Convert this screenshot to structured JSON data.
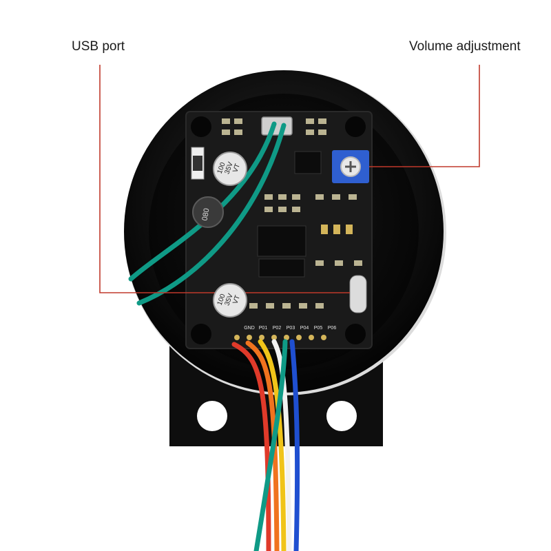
{
  "annotations": {
    "usb_port": "USB port",
    "volume_adjustment": "Volume adjustment"
  },
  "board": {
    "capacitor_top": {
      "line1": "100",
      "line2": "35V",
      "line3": "VT"
    },
    "capacitor_bottom": {
      "line1": "100",
      "line2": "35V",
      "line3": "VT"
    },
    "inductor": "080",
    "header_pins": [
      "GND",
      "P01",
      "P02",
      "P03",
      "P04",
      "P05",
      "P06"
    ]
  },
  "colors": {
    "leader_line": "#c0392b",
    "enclosure": "#111111",
    "pcb": "#151515",
    "potentiometer": "#2f5fd0",
    "wire_green": "#0f9a86",
    "wire_red": "#e03a2a",
    "wire_blue": "#1f4fd0",
    "wire_yellow": "#f0c419",
    "wire_white": "#f2f2f2",
    "wire_orange": "#f0731e"
  }
}
